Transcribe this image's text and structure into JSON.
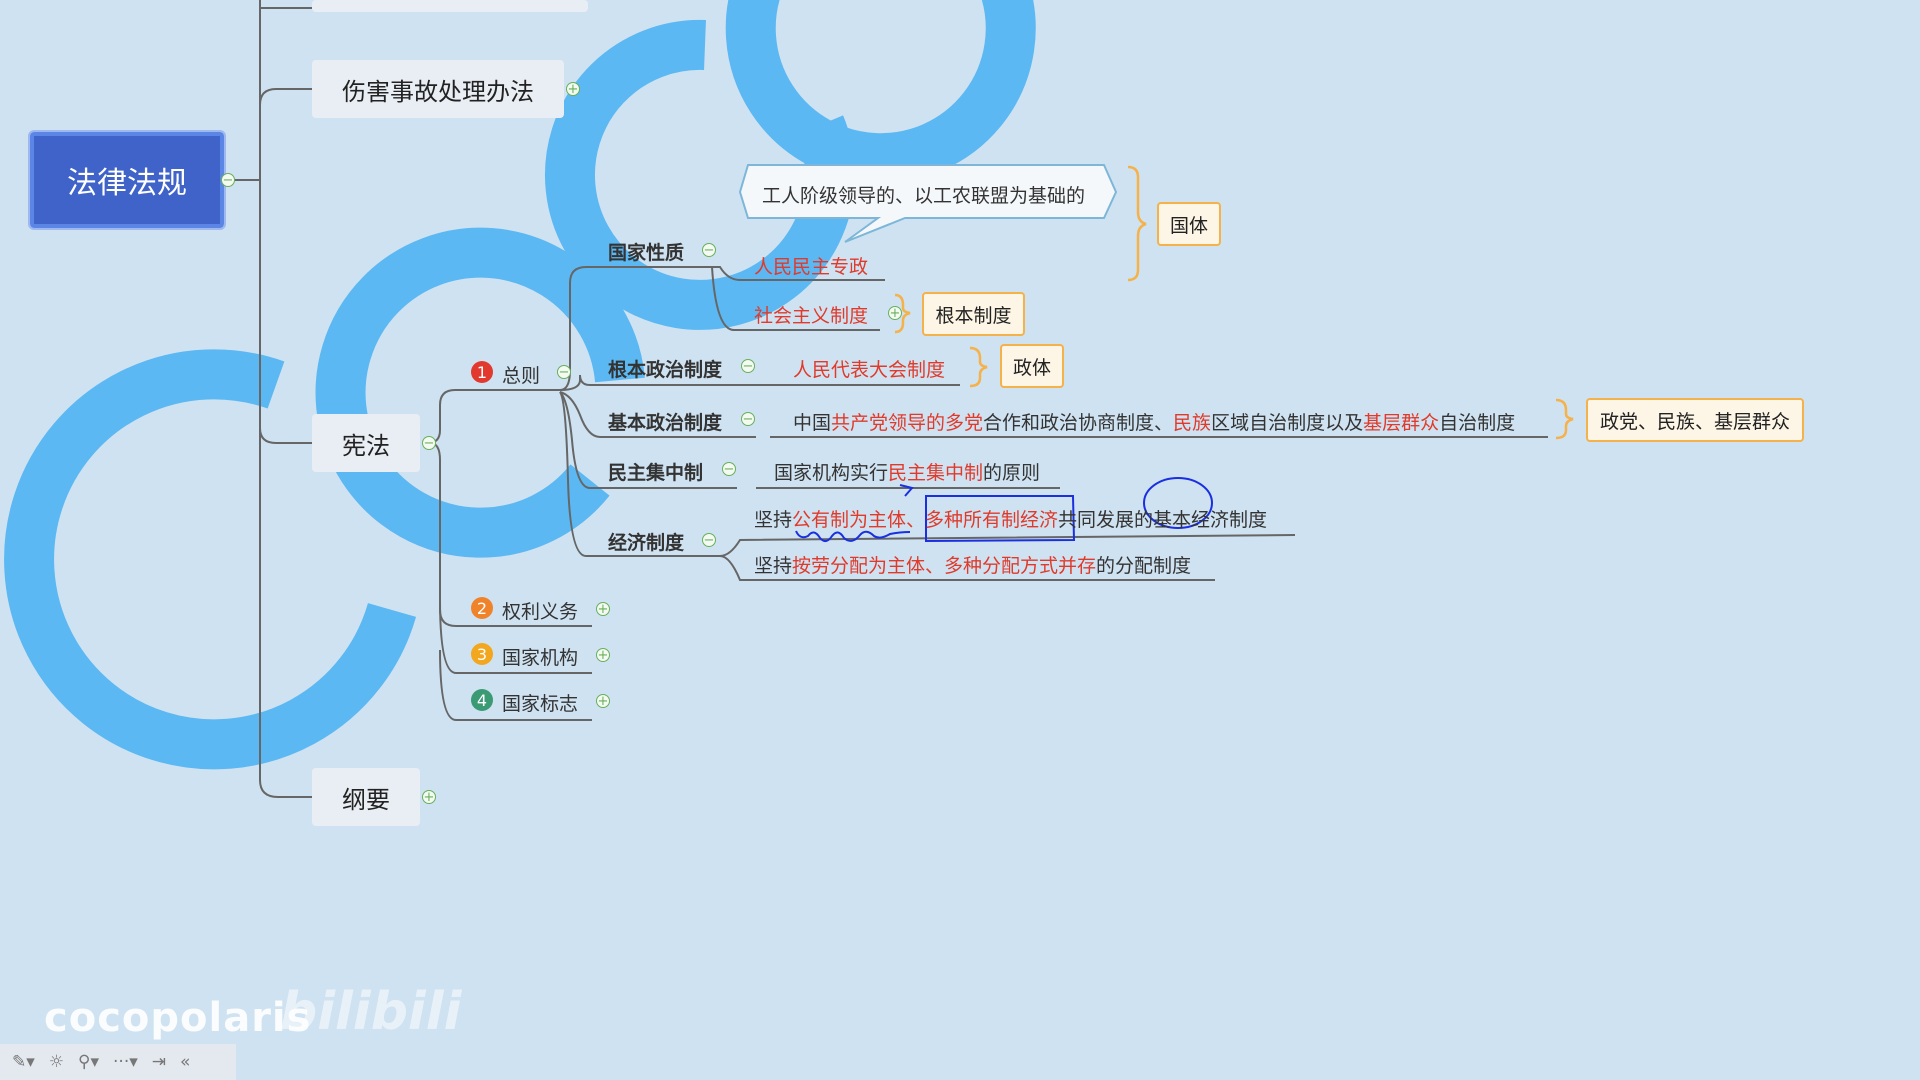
{
  "root": {
    "label": "法律法规"
  },
  "branches": {
    "accident": "伤害事故处理办法",
    "constitution": "宪法",
    "outline": "纲要"
  },
  "constitution_children": [
    {
      "num": "1",
      "label": "总则"
    },
    {
      "num": "2",
      "label": "权利义务"
    },
    {
      "num": "3",
      "label": "国家机构"
    },
    {
      "num": "4",
      "label": "国家标志"
    }
  ],
  "general": {
    "state_nature": {
      "label": "国家性质",
      "callout": "工人阶级领导的、以工农联盟为基础的",
      "item1": "人民民主专政",
      "item2": "社会主义制度",
      "tag_state_form": "国体",
      "tag_basic_system": "根本制度"
    },
    "fundamental_political": {
      "label": "根本政治制度",
      "item": "人民代表大会制度",
      "tag": "政体"
    },
    "basic_political": {
      "label": "基本政治制度",
      "seg1": "中国",
      "seg2": "共产党领导的多党",
      "seg3": "合作和政治协商制度、",
      "seg4": "民族",
      "seg5": "区域自治制度以及",
      "seg6": "基层群众",
      "seg7": "自治制度",
      "tag": "政党、民族、基层群众"
    },
    "democratic_centralism": {
      "label": "民主集中制",
      "seg1": "国家机构实行",
      "seg2": "民主集中制",
      "seg3": "的原则"
    },
    "economic": {
      "label": "经济制度",
      "line1_seg1": "坚持",
      "line1_seg2": "公有制为主体、",
      "line1_seg3": "多种所有制经济",
      "line1_seg4": "共同发展的基本经济制度",
      "line2_seg1": "坚持",
      "line2_seg2": "按劳分配为主体、多种分配方式并存",
      "line2_seg3": "的分配制度"
    }
  },
  "watermark": {
    "user": "cocopolaris",
    "site": "bilibili"
  },
  "toolbar": {
    "pen": "✎▾",
    "pointer": "☼",
    "zoom": "⚲▾",
    "more": "···▾",
    "exit": "⇥",
    "collapse": "«"
  },
  "colors": {
    "root_fill": "#3f63c8",
    "highlight_red": "#e03a2a",
    "tag_border": "#f5b14a",
    "logo_blue": "#5bb6f0",
    "ink_blue": "#1a2fe0"
  }
}
